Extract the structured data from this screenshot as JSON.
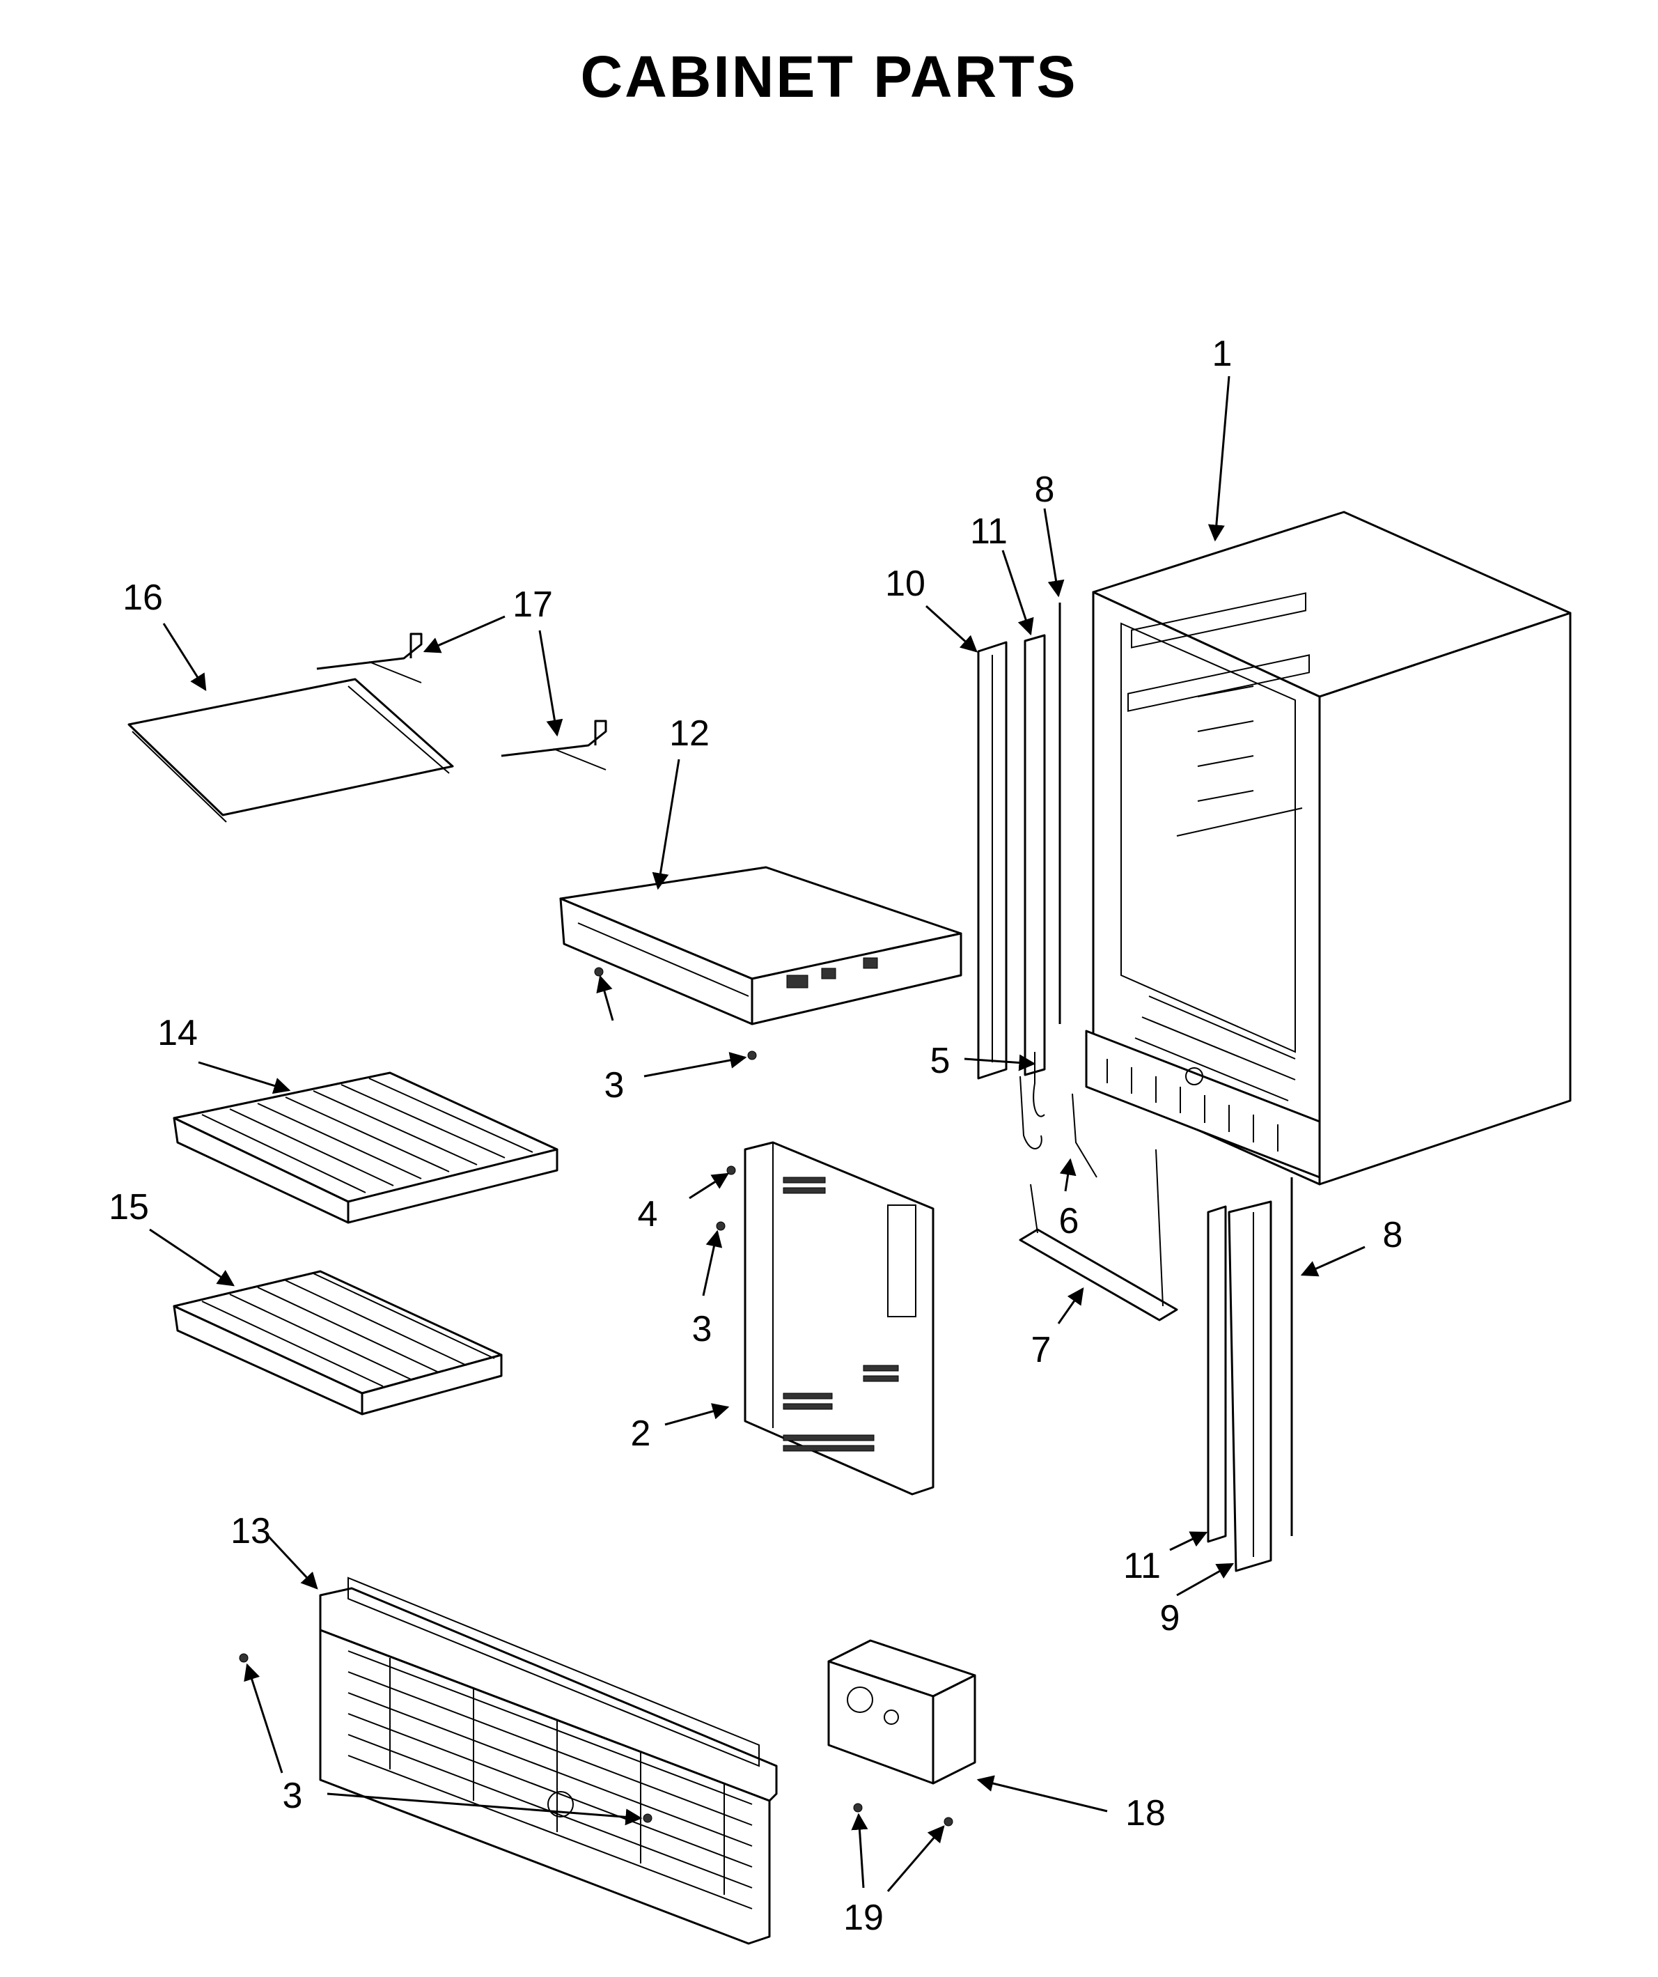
{
  "title": "CABINET PARTS",
  "callouts": {
    "c1": "1",
    "c2": "2",
    "c3a": "3",
    "c3b": "3",
    "c3c": "3",
    "c4": "4",
    "c5": "5",
    "c6": "6",
    "c7": "7",
    "c8a": "8",
    "c8b": "8",
    "c9": "9",
    "c10": "10",
    "c11a": "11",
    "c11b": "11",
    "c12": "12",
    "c13": "13",
    "c14": "14",
    "c15": "15",
    "c16": "16",
    "c17": "17",
    "c18": "18",
    "c19": "19"
  }
}
